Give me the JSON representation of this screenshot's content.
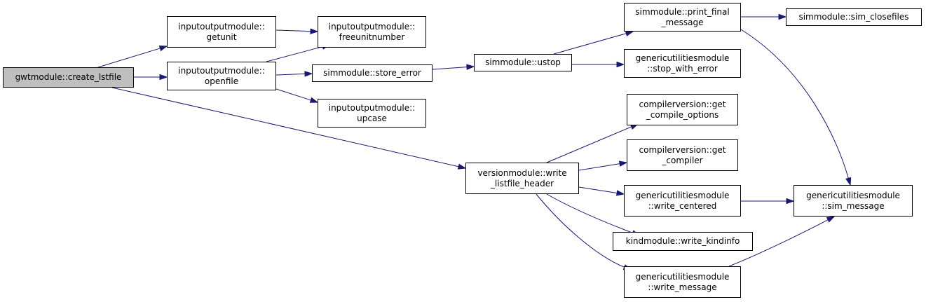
{
  "graph": {
    "edge_color": "#191970",
    "root_fill": "#bfbfbf",
    "nodes": {
      "create_lstfile": [
        "gwtmodule::create_lstfile"
      ],
      "getunit": [
        "inputoutputmodule::",
        "getunit"
      ],
      "openfile": [
        "inputoutputmodule::",
        "openfile"
      ],
      "freeunitnumber": [
        "inputoutputmodule::",
        "freeunitnumber"
      ],
      "store_error": [
        "simmodule::store_error"
      ],
      "upcase": [
        "inputoutputmodule::",
        "upcase"
      ],
      "ustop": [
        "simmodule::ustop"
      ],
      "print_final_message": [
        "simmodule::print_final",
        "_message"
      ],
      "stop_with_error": [
        "genericutilitiesmodule",
        "::stop_with_error"
      ],
      "sim_closefiles": [
        "simmodule::sim_closefiles"
      ],
      "write_listfile_header": [
        "versionmodule::write",
        "_listfile_header"
      ],
      "get_compile_options": [
        "compilerversion::get",
        "_compile_options"
      ],
      "get_compiler": [
        "compilerversion::get",
        "_compiler"
      ],
      "write_centered": [
        "genericutilitiesmodule",
        "::write_centered"
      ],
      "write_kindinfo": [
        "kindmodule::write_kindinfo"
      ],
      "write_message": [
        "genericutilitiesmodule",
        "::write_message"
      ],
      "sim_message": [
        "genericutilitiesmodule",
        "::sim_message"
      ]
    },
    "edges": [
      [
        "create_lstfile",
        "getunit"
      ],
      [
        "create_lstfile",
        "openfile"
      ],
      [
        "create_lstfile",
        "write_listfile_header"
      ],
      [
        "getunit",
        "freeunitnumber"
      ],
      [
        "openfile",
        "freeunitnumber"
      ],
      [
        "openfile",
        "store_error"
      ],
      [
        "openfile",
        "upcase"
      ],
      [
        "store_error",
        "ustop"
      ],
      [
        "ustop",
        "print_final_message"
      ],
      [
        "ustop",
        "stop_with_error"
      ],
      [
        "print_final_message",
        "sim_closefiles"
      ],
      [
        "print_final_message",
        "sim_message"
      ],
      [
        "write_listfile_header",
        "get_compile_options"
      ],
      [
        "write_listfile_header",
        "get_compiler"
      ],
      [
        "write_listfile_header",
        "write_centered"
      ],
      [
        "write_listfile_header",
        "write_kindinfo"
      ],
      [
        "write_listfile_header",
        "write_message"
      ],
      [
        "write_centered",
        "sim_message"
      ],
      [
        "write_message",
        "sim_message"
      ]
    ]
  }
}
